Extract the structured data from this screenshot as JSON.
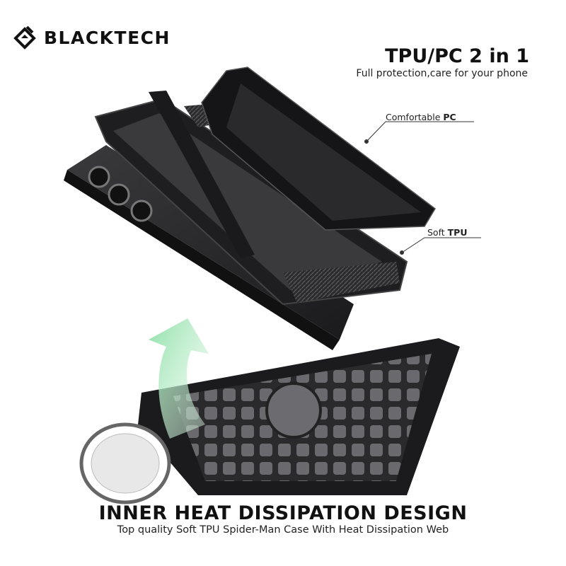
{
  "brand": {
    "name": "BLACKTECH",
    "logo_icon": "diamond-hand-logo"
  },
  "header": {
    "title": "TPU/PC 2 in 1",
    "subtitle": "Full protection,care for your phone"
  },
  "callouts": {
    "pc": {
      "prefix": "Comfortable ",
      "bold": "PC"
    },
    "tpu": {
      "prefix": "Soft ",
      "bold": "TPU"
    }
  },
  "footer": {
    "title": "INNER HEAT DISSIPATION DESIGN",
    "subtitle": "Top quality Soft TPU Spider-Man Case With Heat Dissipation Web"
  },
  "colors": {
    "case": "#1c1c1e",
    "arrow": "#9fe3b4",
    "accent": "#111111"
  }
}
